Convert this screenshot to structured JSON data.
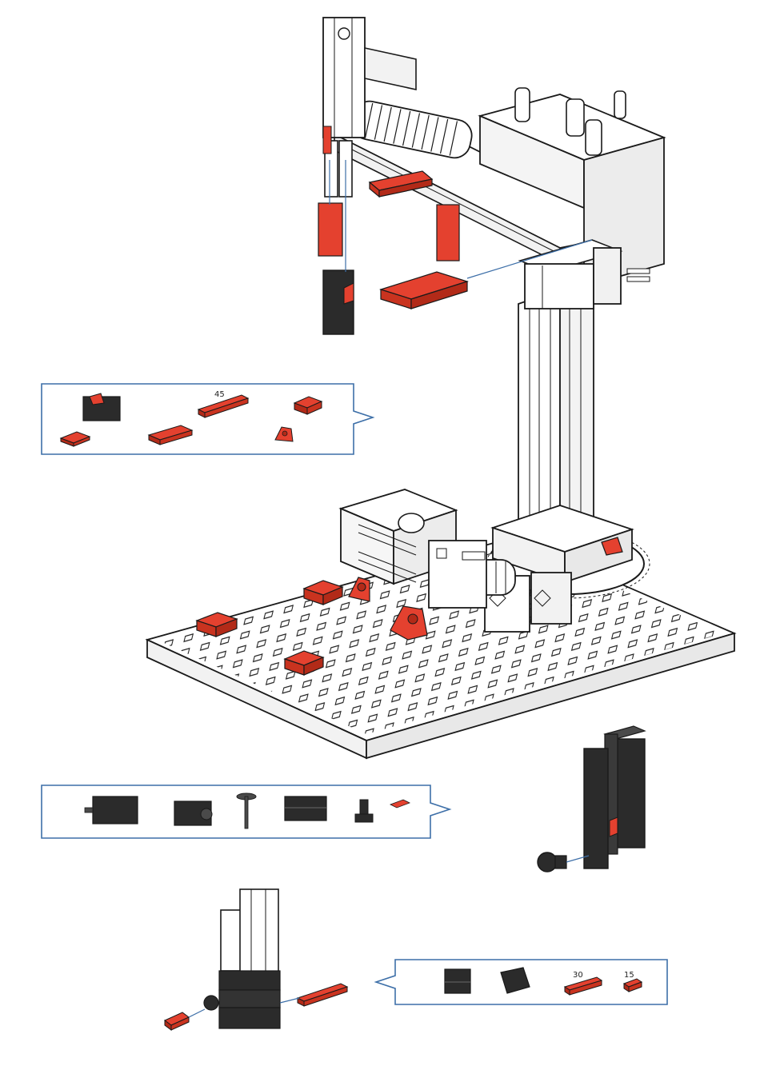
{
  "colors": {
    "accent_red": "#e4412f",
    "red_dark": "#9e2317",
    "part_dark": "#2b2b2b",
    "part_gray": "#4a4a4a",
    "outline": "#1a1a1a",
    "white_part": "#f7f7f7",
    "callout_blue": "#3d6fa8"
  },
  "callout_top": {
    "parts": [
      "mini-switch-red",
      "red-slide-block",
      "red-rail-long",
      "red-rail-short",
      "red-angle-block",
      "red-hinge-stand"
    ],
    "labels": {
      "rail_long_length": "45"
    }
  },
  "callout_middle": {
    "parts": [
      "motor",
      "gearbox",
      "worm-axle",
      "black-building-block",
      "black-stand-axle",
      "red-small-clip"
    ]
  },
  "callout_bottom": {
    "parts": [
      "black-block-double",
      "black-block-angled",
      "red-rail-30",
      "red-rail-15"
    ],
    "labels": {
      "rail_30_length": "30",
      "rail_15_length": "15"
    }
  },
  "assemblies": [
    "main-robot-model",
    "baseplate",
    "vertical-tower-assembly",
    "horizontal-arm-assembly",
    "rotary-base-assembly",
    "sub-assembly-motor-column",
    "sub-assembly-block-column"
  ]
}
